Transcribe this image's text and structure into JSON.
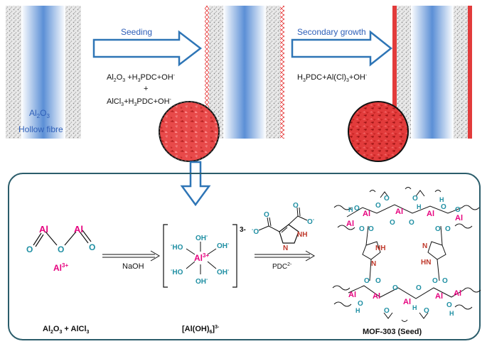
{
  "top": {
    "fibre_label_1": "Al",
    "fibre_label_1_sub": "2",
    "fibre_label_1_rest": "O",
    "fibre_label_1_sub2": "3",
    "fibre_label_2": "Hollow fibre",
    "step1_label": "Seeding",
    "step1_eq1": "Al2O3+H3PDC+OH-",
    "step1_plus": "+",
    "step1_eq2": "AlCl3+H3PDC+OH-",
    "step2_label": "Secondary growth",
    "step2_eq": "H3PDC+Al(Cl)3+OH-"
  },
  "bottom": {
    "al_atom": "Al",
    "o_atom": "O",
    "al_ion": "Al",
    "al_ion_charge": "3+",
    "naoh": "NaOH",
    "complex_charge": "3-",
    "ho": "HO",
    "oh": "OH",
    "oh_minus": "-",
    "pdc": "PDC",
    "pdc_charge": "2-",
    "nh": "NH",
    "n": "N",
    "hn": "HN",
    "h": "H",
    "caption_left": "Al2O3 + AlCl3",
    "caption_mid": "[Al(OH)6]3-",
    "caption_right": "MOF-303 (Seed)"
  },
  "colors": {
    "arrow_outline": "#2e75b6",
    "frame": "#2b5d6b",
    "al": "#e6007e",
    "o": "#1f8fa3",
    "n_red": "#c0392b",
    "fibre_blue": "#5b8fd6",
    "coating_red": "#e63a3a"
  }
}
